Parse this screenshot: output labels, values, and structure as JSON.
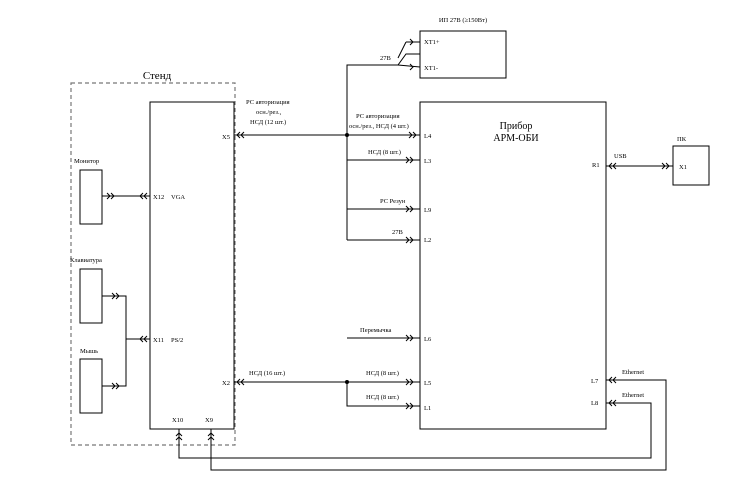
{
  "stand": {
    "title": "Стенд"
  },
  "device": {
    "title_line1": "Прибор",
    "title_line2": "АРМ-ОБИ"
  },
  "power": {
    "title": "ИП 27В (≥150Вт)",
    "pin_plus": "XT1+",
    "pin_minus": "XT1-",
    "wire": "27В"
  },
  "pc": {
    "title": "ПК",
    "pin": "X1"
  },
  "peripherals": {
    "monitor": "Монитор",
    "keyboard": "Клавиатура",
    "mouse": "Мышь"
  },
  "stand_pins": {
    "x5": "X5",
    "x12": "X12",
    "vga": "VGA",
    "x11": "X11",
    "ps2": "PS/2",
    "x2": "X2",
    "x10": "X10",
    "x9": "X9"
  },
  "device_pins": {
    "l4": "L4",
    "l3": "L3",
    "l9": "L9",
    "l2": "L2",
    "l6": "L6",
    "l5": "L5",
    "l1": "L1",
    "r1": "R1",
    "l7": "L7",
    "l8": "L8"
  },
  "wires": {
    "x5_line1": "РС авторизация",
    "x5_line2": "осн./рез.,",
    "x5_line3": "НСД (12 шт.)",
    "l4_line1": "РС авторизация",
    "l4_line2": "осн./рез., НСД (4 шт.)",
    "l3": "НСД (8 шт.)",
    "l9": "РС Резун",
    "l2": "27В",
    "l6": "Перемычка",
    "x2": "НСД (16 шт.)",
    "l5": "НСД (8 шт.)",
    "l1": "НСД (8 шт.)",
    "usb": "USB",
    "eth1": "Ethernet",
    "eth2": "Ethernet"
  }
}
